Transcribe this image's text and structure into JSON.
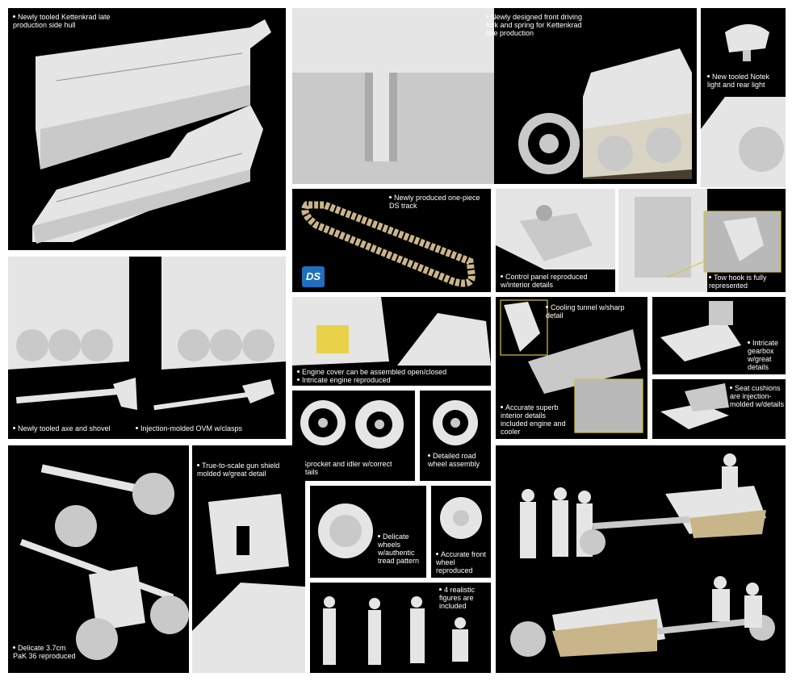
{
  "captions": {
    "side_hull": "Newly tooled Kettenkrad late production side hull",
    "front_fork": "Newly designed front driving fork and spring for Kettenkrad late production",
    "notek": "New tooled Notek light and rear light",
    "ds_track": "Newly produced one-piece DS track",
    "ds_logo": "DS",
    "control_panel": "Control panel reproduced w/interior details",
    "tow_hook": "Tow hook is fully represented",
    "axe_shovel": "Newly tooled axe and shovel",
    "ovm": "Injection-molded OVM w/clasps",
    "engine_cover": "Engine cover can be assembled open/closed",
    "engine": "Intricate engine reproduced",
    "cooling_tunnel": "Cooling tunnel w/sharp detail",
    "interior": "Accurate superb interior details included engine and cooler",
    "gearbox": "Intricate gearbox w/great details",
    "seat_cushions": "Seat cushions are injection-molded w/details",
    "sprocket_idler": "Sprocket and idler w/correct details",
    "road_wheel": "Detailed road wheel assembly",
    "gun_shield": "True-to-scale gun shield molded w/great detail",
    "delicate_wheels": "Delicate wheels w/authentic tread pattern",
    "front_wheel": "Accurate front wheel reproduced",
    "figures": "4 realistic figures are included",
    "pak36": "Delicate 3.7cm PaK 36 reproduced"
  },
  "colors": {
    "panel_bg": "#000000",
    "part_grey": "#c8c9c8",
    "highlight": "#d8c43a",
    "track_tan": "#c9b58a",
    "ds_blue": "#1f6fbf"
  }
}
